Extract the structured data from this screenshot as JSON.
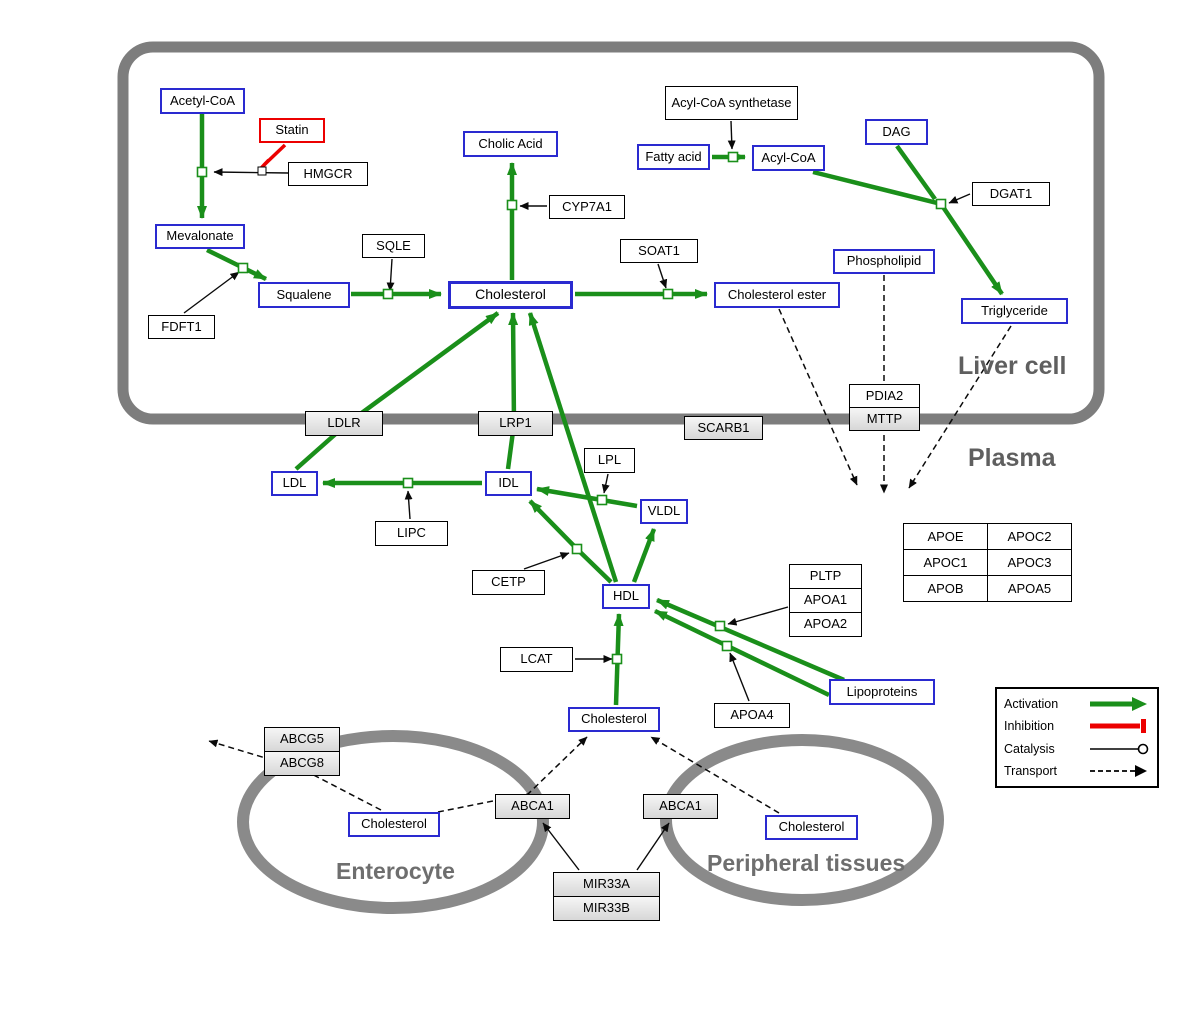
{
  "compartments": {
    "liver_cell": "Liver cell",
    "plasma": "Plasma",
    "enterocyte": "Enterocyte",
    "peripheral_tissues": "Peripheral tissues"
  },
  "nodes": {
    "acetyl_coa": "Acetyl-CoA",
    "statin": "Statin",
    "hmgcr": "HMGCR",
    "mevalonate": "Mevalonate",
    "fdft1": "FDFT1",
    "squalene": "Squalene",
    "sqle": "SQLE",
    "cholic_acid": "Cholic Acid",
    "cyp7a1": "CYP7A1",
    "cholesterol_liver": "Cholesterol",
    "soat1": "SOAT1",
    "cholesterol_ester": "Cholesterol ester",
    "acyl_coa_synthetase": "Acyl-CoA synthetase",
    "fatty_acid": "Fatty acid",
    "acyl_coa": "Acyl-CoA",
    "dag": "DAG",
    "dgat1": "DGAT1",
    "phospholipid": "Phospholipid",
    "triglyceride": "Triglyceride",
    "pdia2": "PDIA2",
    "mttp": "MTTP",
    "ldlr": "LDLR",
    "lrp1": "LRP1",
    "scarb1": "SCARB1",
    "ldl": "LDL",
    "idl": "IDL",
    "lipc": "LIPC",
    "lpl": "LPL",
    "vldl": "VLDL",
    "cetp": "CETP",
    "hdl": "HDL",
    "lcat": "LCAT",
    "pltp": "PLTP",
    "apoa1": "APOA1",
    "apoa2": "APOA2",
    "apoa4": "APOA4",
    "lipoproteins": "Lipoproteins",
    "cholesterol_plasma": "Cholesterol",
    "abcg5": "ABCG5",
    "abcg8": "ABCG8",
    "cholesterol_enterocyte": "Cholesterol",
    "abca1_enterocyte": "ABCA1",
    "abca1_peripheral": "ABCA1",
    "cholesterol_peripheral": "Cholesterol",
    "mir33a": "MIR33A",
    "mir33b": "MIR33B"
  },
  "apo_table": {
    "rows": [
      [
        "APOE",
        "APOC2"
      ],
      [
        "APOC1",
        "APOC3"
      ],
      [
        "APOB",
        "APOA5"
      ]
    ]
  },
  "legend": {
    "activation": "Activation",
    "inhibition": "Inhibition",
    "catalysis": "Catalysis",
    "transport": "Transport"
  },
  "colors": {
    "activation": "#1a8f1a",
    "inhibition": "#ec0000",
    "metabolite_border": "#2a2ad0",
    "compartment_gray": "#7d7d7d"
  }
}
